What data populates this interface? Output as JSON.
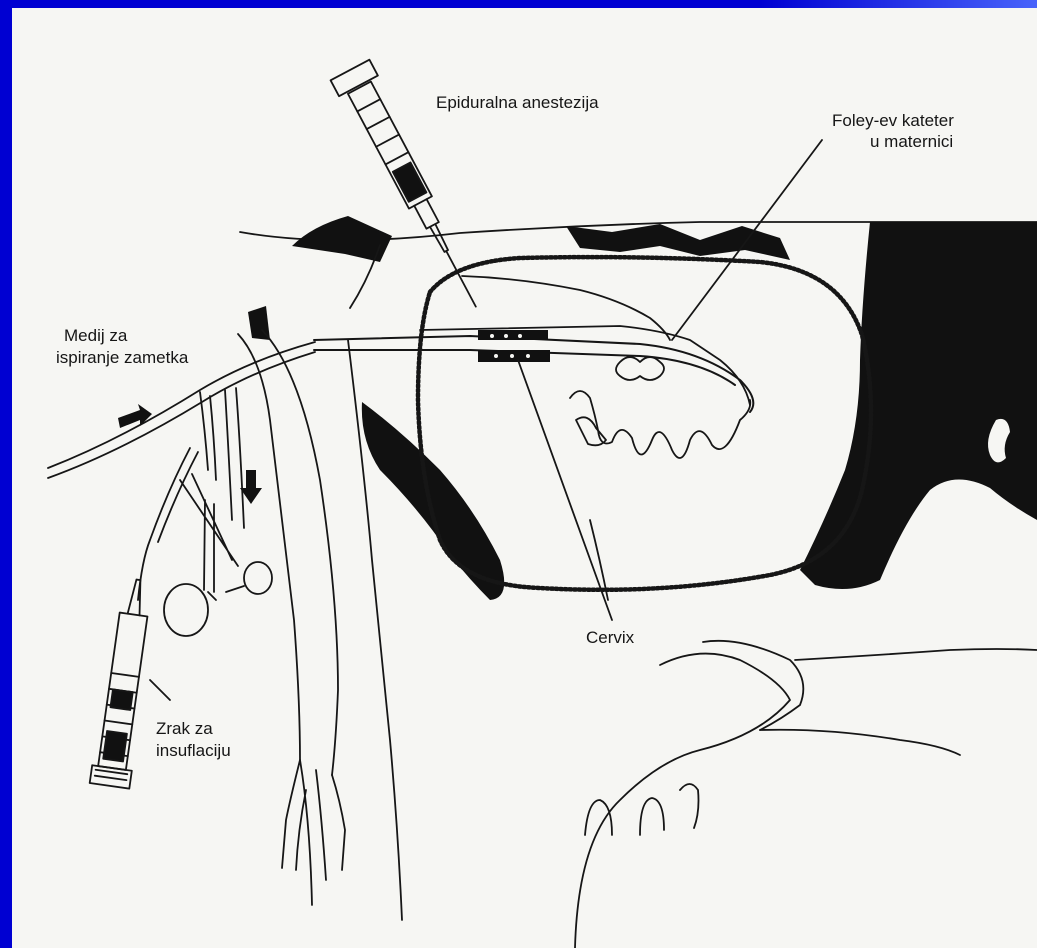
{
  "labels": {
    "epidural": "Epiduralna anestezija",
    "foley": [
      "Foley-ev kateter",
      "u maternici"
    ],
    "medium": [
      "Medij za",
      "ispiranje zametka"
    ],
    "cervix": "Cervix",
    "air": [
      "Zrak za",
      "insuflaciju"
    ]
  },
  "colors": {
    "slide_background": "#0000d2",
    "paper": "#f6f6f3",
    "ink": "#161616"
  }
}
